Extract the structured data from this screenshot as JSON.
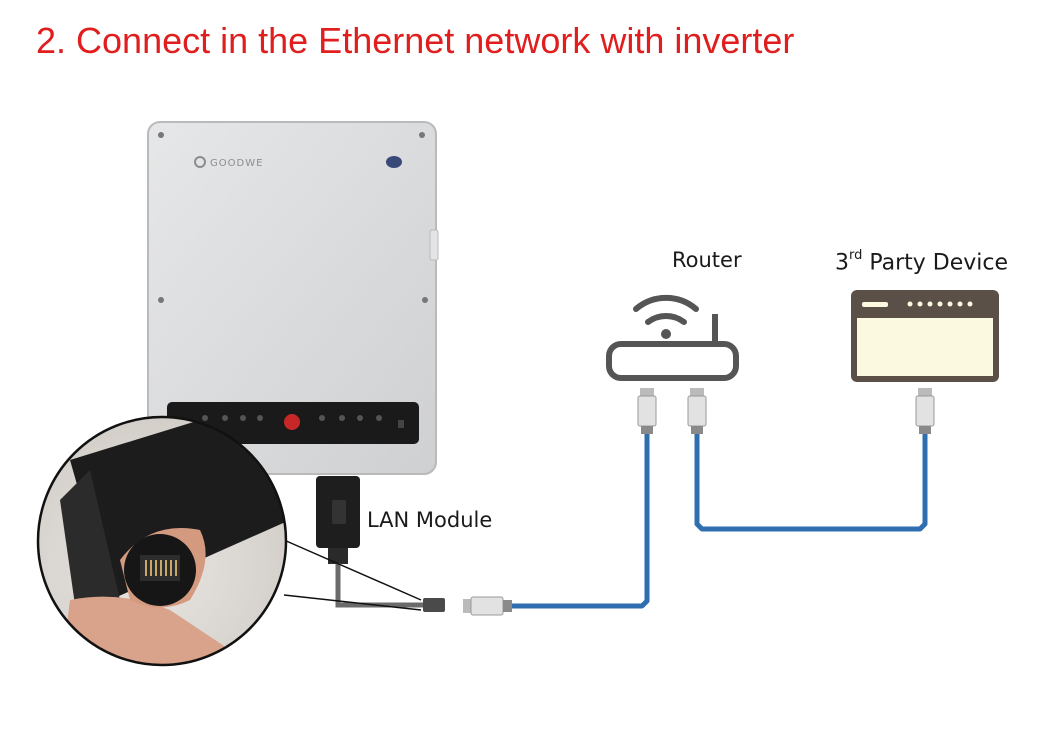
{
  "title": "2. Connect in the Ethernet network with inverter",
  "labels": {
    "router": "Router",
    "third_party_prefix": "3",
    "third_party_sup": "rd",
    "third_party_suffix": " Party Device",
    "lan_module": "LAN Module"
  },
  "logo_text": "GOODWE",
  "colors": {
    "title": "#e01e1e",
    "cable": "#2f6fb0",
    "inverter_body": "#d9dadb",
    "panel": "#1a1a1a",
    "router": "#555555",
    "device_frame": "#5b5048",
    "device_screen": "#fbf9e0"
  }
}
